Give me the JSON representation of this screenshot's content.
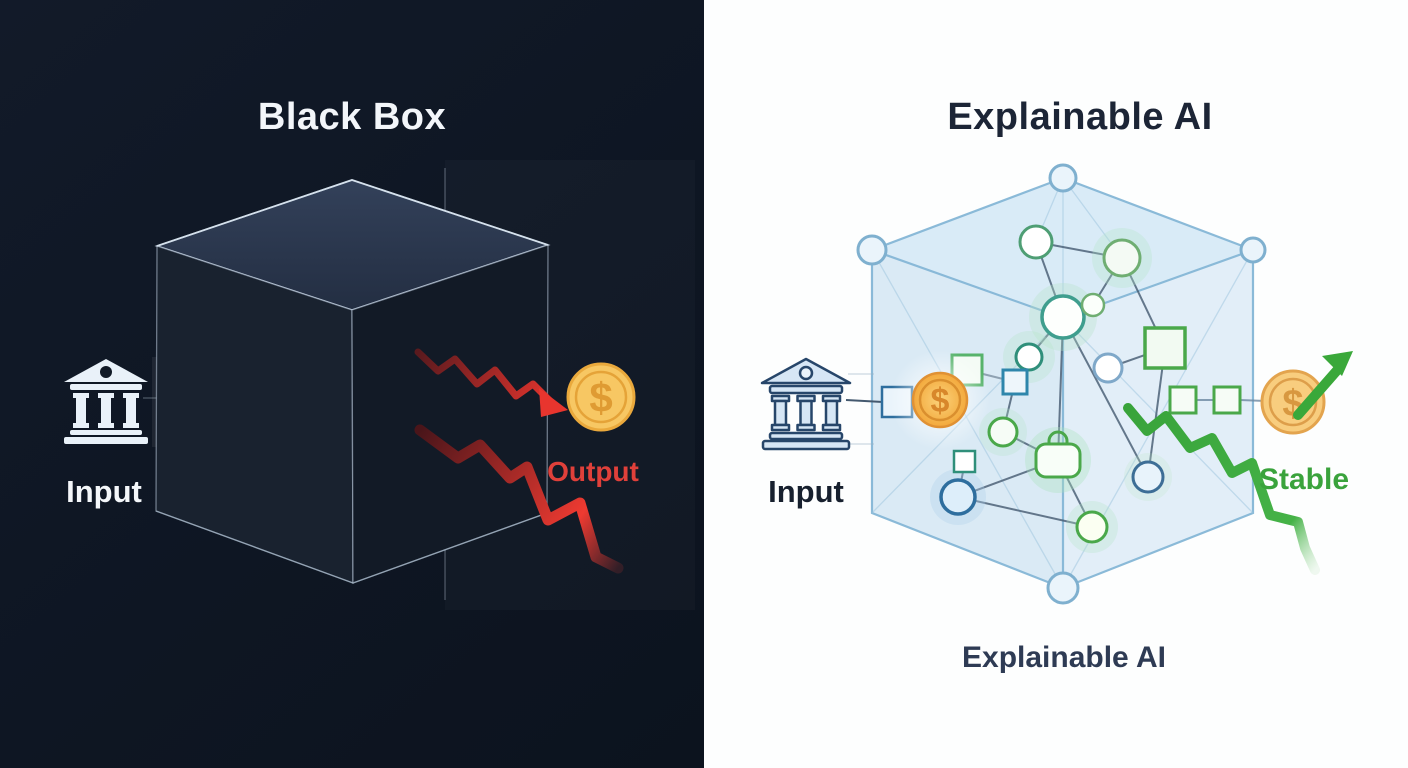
{
  "left_panel": {
    "title": "Black Box",
    "input_label": "Input",
    "output_label": "Output",
    "coin_symbol": "$"
  },
  "right_panel": {
    "title": "Explainable AI",
    "bottom_caption": "Explainable AI",
    "input_label": "Input",
    "output_label": "Stable",
    "coin_symbol": "$"
  },
  "colors": {
    "left_background": "#0e1623",
    "right_background": "#fdfefe",
    "title_light": "#f3f6fa",
    "title_dark": "#1c2536",
    "caption_dark": "#2e3b54",
    "red_accent": "#e8352e",
    "green_accent": "#3aa83a",
    "gold_coin": "#f2b33d",
    "cube_edge_light": "#cfdcea",
    "cube_edge_blue": "#85b6d6"
  }
}
